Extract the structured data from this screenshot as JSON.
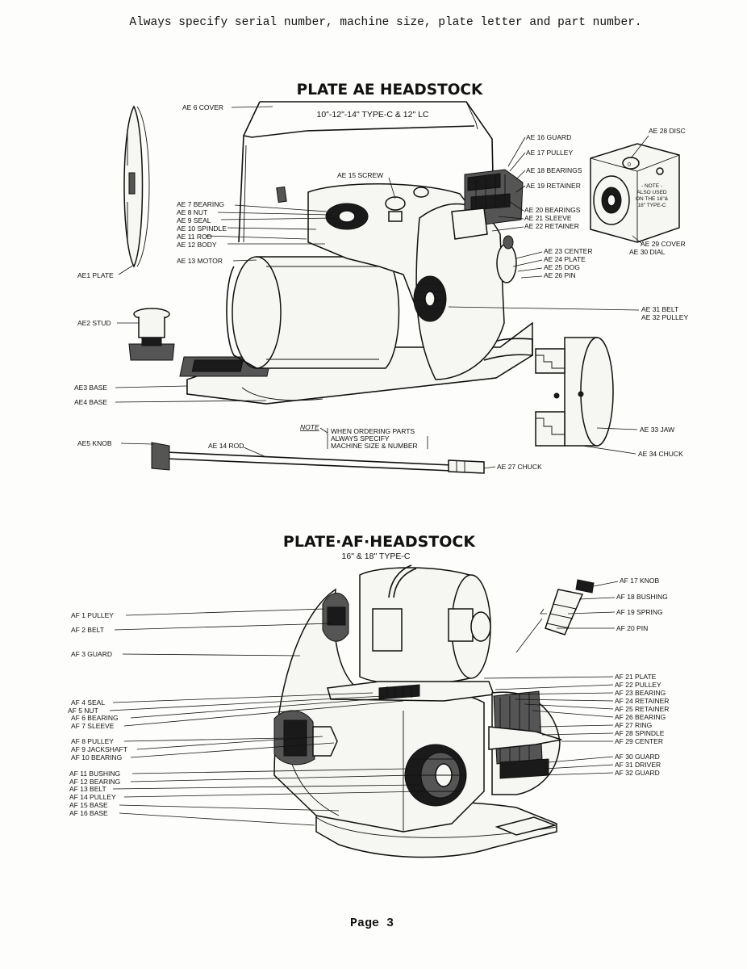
{
  "header_note": "Always specify serial number, machine size, plate letter and part number.",
  "page_number": "Page 3",
  "plate_ae": {
    "title": "PLATE AE HEADSTOCK",
    "subtitle": "10\"-12\"-14\" TYPE-C & 12\" LC",
    "note_word": "NOTE",
    "note_lines": [
      "WHEN ORDERING PARTS",
      "ALWAYS SPECIFY",
      "MACHINE SIZE & NUMBER"
    ],
    "disc_note_lines": [
      "- NOTE -",
      "ALSO USED",
      "ON THE 16\"&",
      "18\" TYPE-C"
    ],
    "labels": {
      "ae1": "AE1 PLATE",
      "ae2": "AE2 STUD",
      "ae3": "AE3 BASE",
      "ae4": "AE4 BASE",
      "ae5": "AE5 KNOB",
      "ae6": "AE 6 COVER",
      "ae7": "AE 7 BEARING",
      "ae8": "AE 8 NUT",
      "ae9": "AE 9 SEAL",
      "ae10": "AE 10 SPINDLE",
      "ae11": "AE 11 ROD",
      "ae12": "AE 12 BODY",
      "ae13": "AE 13 MOTOR",
      "ae14": "AE 14 ROD",
      "ae15": "AE 15 SCREW",
      "ae16": "AE 16 GUARD",
      "ae17": "AE 17 PULLEY",
      "ae18": "AE 18 BEARINGS",
      "ae19": "AE 19 RETAINER",
      "ae20": "AE 20 BEARINGS",
      "ae21": "AE 21 SLEEVE",
      "ae22": "AE 22 RETAINER",
      "ae23": "AE 23 CENTER",
      "ae24": "AE 24 PLATE",
      "ae25": "AE 25 DOG",
      "ae26": "AE 26 PIN",
      "ae27": "AE 27 CHUCK",
      "ae28": "AE 28 DISC",
      "ae29": "AE 29 COVER",
      "ae30": "AE 30 DIAL",
      "ae31": "AE 31 BELT",
      "ae32": "AE 32 PULLEY",
      "ae33": "AE 33 JAW",
      "ae34": "AE 34 CHUCK"
    }
  },
  "plate_af": {
    "title": "PLATE·AF·HEADSTOCK",
    "subtitle": "16\" & 18\" TYPE-C",
    "labels": {
      "af1": "AF 1 PULLEY",
      "af2": "AF 2 BELT",
      "af3": "AF 3 GUARD",
      "af4": "AF 4 SEAL",
      "af5": "AF 5 NUT",
      "af6": "AF 6 BEARING",
      "af7": "AF 7 SLEEVE",
      "af8": "AF 8 PULLEY",
      "af9": "AF 9 JACKSHAFT",
      "af10": "AF 10 BEARING",
      "af11": "AF 11 BUSHING",
      "af12": "AF 12 BEARING",
      "af13": "AF 13 BELT",
      "af14": "AF 14 PULLEY",
      "af15": "AF 15 BASE",
      "af16": "AF 16 BASE",
      "af17": "AF 17 KNOB",
      "af18": "AF 18 BUSHING",
      "af19": "AF 19 SPRING",
      "af20": "AF 20 PIN",
      "af21": "AF 21 PLATE",
      "af22": "AF 22 PULLEY",
      "af23": "AF 23 BEARING",
      "af24": "AF 24 RETAINER",
      "af25": "AF 25 RETAINER",
      "af26": "AF 26 BEARING",
      "af27": "AF 27 RING",
      "af28": "AF 28 SPINDLE",
      "af29": "AF 29 CENTER",
      "af30": "AF 30 GUARD",
      "af31": "AF 31 DRIVER",
      "af32": "AF 32 GUARD"
    }
  }
}
